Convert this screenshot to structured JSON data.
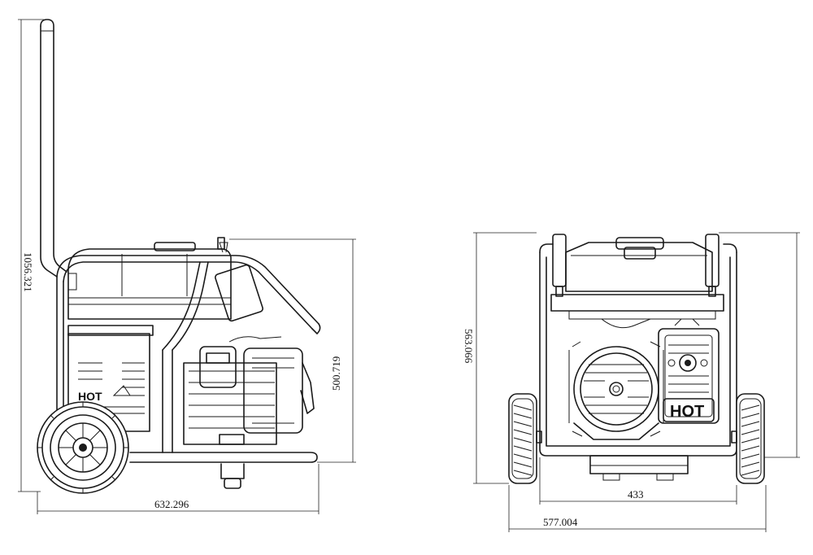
{
  "dimensions": {
    "side_height": "1056.321",
    "side_body_height": "500.719",
    "side_length": "632.296",
    "front_height": "563.066",
    "front_track": "433",
    "front_width": "577.004"
  },
  "labels": {
    "hot": "HOT"
  },
  "colors": {
    "line": "#1a1a1a",
    "background": "#ffffff"
  }
}
